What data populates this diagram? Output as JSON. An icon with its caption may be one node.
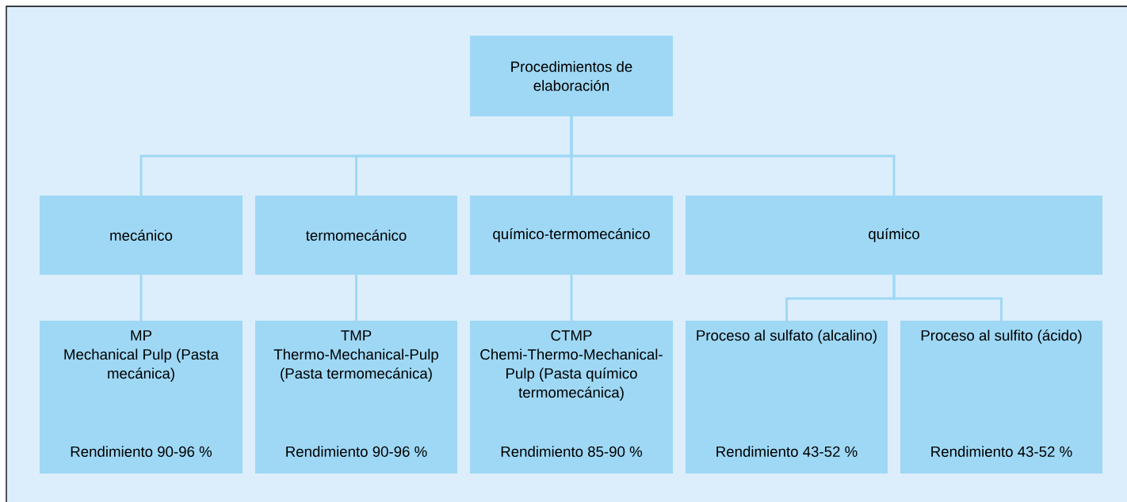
{
  "diagram": {
    "nodes": [
      {
        "text": [
          "Procedimientos de elaboración"
        ]
      },
      {
        "text": [
          "mecánico"
        ]
      },
      {
        "text": [
          "termomecánico"
        ]
      },
      {
        "text": [
          "químico-termomecánico"
        ]
      },
      {
        "text": [
          "químico"
        ]
      },
      {
        "text": [
          "MP",
          "Mechanical Pulp (Pasta mecánica)",
          "Rendimiento 90-96 %"
        ]
      },
      {
        "text": [
          "TMP",
          "Thermo-Mechanical-Pulp (Pasta termomecánica)",
          "Rendimiento 90-96 %"
        ]
      },
      {
        "text": [
          "CTMP",
          "Chemi-Thermo-Mechanical-Pulp (Pasta químico termomecánica)",
          "Rendimiento 85-90 %"
        ]
      },
      {
        "text": [
          "Proceso al sulfato (alcalino)",
          "Rendimiento 43-52 %"
        ]
      },
      {
        "text": [
          "Proceso al sulfito (ácido)",
          "Rendimiento 43-52 %"
        ]
      }
    ],
    "edges": [
      {
        "from": 0,
        "to": 1,
        "arrow": "none"
      },
      {
        "from": 0,
        "to": 2,
        "arrow": "none"
      },
      {
        "from": 0,
        "to": 3,
        "arrow": "none"
      },
      {
        "from": 0,
        "to": 4,
        "arrow": "none"
      },
      {
        "from": 1,
        "to": 5,
        "arrow": "none"
      },
      {
        "from": 2,
        "to": 6,
        "arrow": "none"
      },
      {
        "from": 3,
        "to": 7,
        "arrow": "none"
      },
      {
        "from": 4,
        "to": 8,
        "arrow": "none"
      },
      {
        "from": 4,
        "to": 9,
        "arrow": "none"
      }
    ]
  }
}
